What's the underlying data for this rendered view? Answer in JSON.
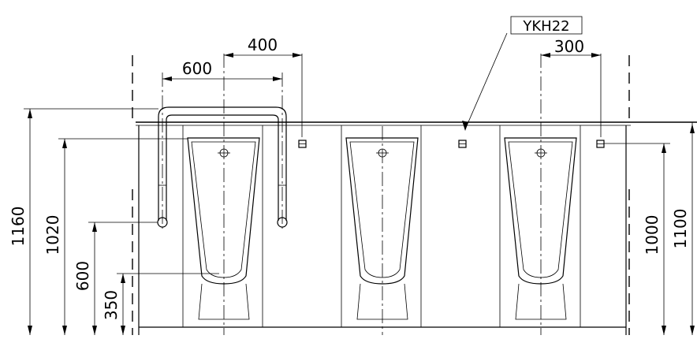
{
  "dimensions": {
    "grab_bar_width": "600",
    "bar_to_sensor": "400",
    "urinal_to_sensor": "300",
    "grab_bar_top": "1160",
    "sensor_height_left": "1020",
    "grab_bar_bottom": "600",
    "urinal_lip": "350",
    "sensor_height_right": "1000",
    "top_line_right": "1100"
  },
  "labels": {
    "sensor_model": "YKH22"
  }
}
